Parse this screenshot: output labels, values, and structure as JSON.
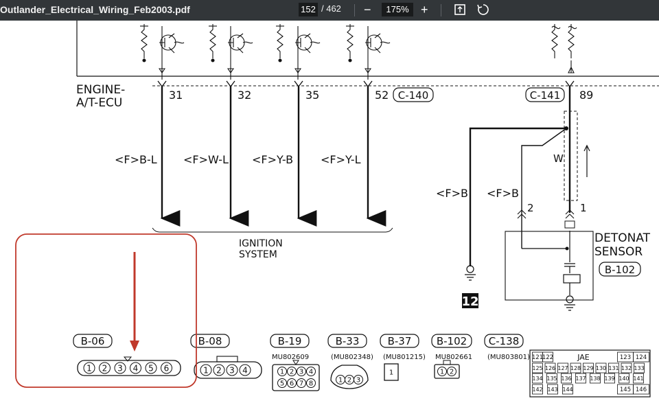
{
  "toolbar": {
    "file_name": "Outlander_Electrical_Wiring_Feb2003.pdf",
    "current_page": "152",
    "total_pages": "/ 462",
    "zoom_out": "−",
    "zoom_level": "175%",
    "zoom_in": "+",
    "fit_icon": "fit-page-icon",
    "rotate_icon": "rotate-icon"
  },
  "diagram": {
    "ecu_label_1": "ENGINE-",
    "ecu_label_2": "A/T-ECU",
    "pins": [
      "31",
      "32",
      "35",
      "52"
    ],
    "pin_89": "89",
    "connector_c140": "C-140",
    "connector_c141": "C-141",
    "wires": [
      "<F>B-L",
      "<F>W-L",
      "<F>Y-B",
      "<F>Y-L"
    ],
    "ignition_1": "IGNITION",
    "ignition_2": "SYSTEM",
    "wire_fb_1": "<F>B",
    "wire_fb_2": "<F>B",
    "wire_w": "W",
    "sensor_pin_2": "2",
    "sensor_pin_1": "1",
    "sensor_label_1": "DETONAT",
    "sensor_label_2": "SENSOR",
    "sensor_connector": "B-102",
    "ground_num": "12",
    "connectors": [
      {
        "code": "B-06",
        "part": ""
      },
      {
        "code": "B-08",
        "part": ""
      },
      {
        "code": "B-19",
        "part": "MU802609"
      },
      {
        "code": "B-33",
        "part": "(MU802348)"
      },
      {
        "code": "B-37",
        "part": "(MU801215)"
      },
      {
        "code": "B-102",
        "part": "MU802661"
      },
      {
        "code": "C-138",
        "part": "(MU803801)"
      }
    ],
    "b06_pins": [
      "1",
      "2",
      "3",
      "4",
      "5",
      "6"
    ],
    "b08_pins": [
      "1",
      "2",
      "3",
      "4"
    ],
    "b19_pins": [
      "1",
      "2",
      "3",
      "4",
      "5",
      "6",
      "7",
      "8"
    ],
    "b33_pins": [
      "1",
      "2",
      "3"
    ],
    "b37_pins": [
      "1"
    ],
    "b102_pins": [
      "1",
      "2"
    ],
    "c138_label": "JAE",
    "c138_row1": [
      "121",
      "122",
      "123",
      "124"
    ],
    "c138_row2": [
      "125",
      "126",
      "127",
      "128",
      "129",
      "130",
      "131",
      "132",
      "133"
    ],
    "c138_row3": [
      "134",
      "135",
      "136",
      "137",
      "138",
      "139",
      "140",
      "141"
    ],
    "c138_row4": [
      "142",
      "143",
      "144",
      "145",
      "146"
    ],
    "annotation_color": "#c0392b"
  }
}
